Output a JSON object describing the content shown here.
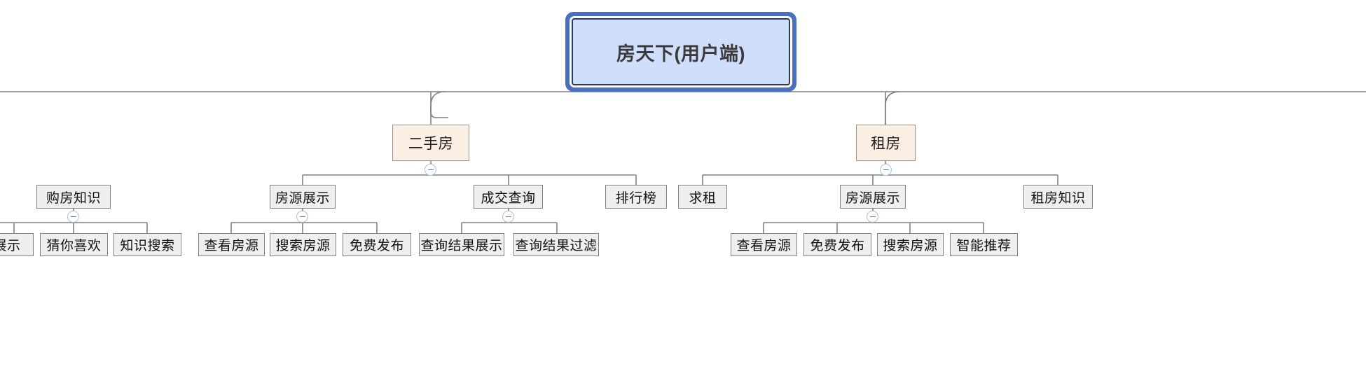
{
  "diagram": {
    "type": "mindmap-tree",
    "title_node": "房天下(用户端)",
    "orientation": "top-down",
    "colors": {
      "root_fill": "#cfdffb",
      "root_border": "#4a6fbe",
      "level2_fill": "#fbeee3",
      "level2_border": "#9b948c",
      "leaf_fill": "#efefef",
      "leaf_border": "#808080",
      "edge": "#808080",
      "toggle_border": "#a9c0e4"
    },
    "nodes": {
      "root": {
        "label": "房天下(用户端)"
      },
      "level2": [
        {
          "label": "二手房"
        },
        {
          "label": "租房"
        }
      ],
      "level3": [
        {
          "label": "购房知识"
        },
        {
          "label": "房源展示"
        },
        {
          "label": "成交查询"
        },
        {
          "label": "排行榜"
        },
        {
          "label": "求租"
        },
        {
          "label": "房源展示"
        },
        {
          "label": "租房知识"
        }
      ],
      "level4": [
        {
          "label": "展示"
        },
        {
          "label": "猜你喜欢"
        },
        {
          "label": "知识搜索"
        },
        {
          "label": "查看房源"
        },
        {
          "label": "搜索房源"
        },
        {
          "label": "免费发布"
        },
        {
          "label": "查询结果展示"
        },
        {
          "label": "查询结果过滤"
        },
        {
          "label": "查看房源"
        },
        {
          "label": "免费发布"
        },
        {
          "label": "搜索房源"
        },
        {
          "label": "智能推荐"
        }
      ]
    },
    "toggles": [
      {
        "name": "collapse-toggle-ershoufang",
        "state": "expanded",
        "glyph": "minus"
      },
      {
        "name": "collapse-toggle-zufang",
        "state": "expanded",
        "glyph": "minus"
      },
      {
        "name": "collapse-toggle-goufangzhishi",
        "state": "expanded",
        "glyph": "minus"
      },
      {
        "name": "collapse-toggle-fangyuanzhanshi-sale",
        "state": "expanded",
        "glyph": "minus"
      },
      {
        "name": "collapse-toggle-chengjiaochaxun",
        "state": "expanded",
        "glyph": "minus"
      },
      {
        "name": "collapse-toggle-fangyuanzhanshi-rent",
        "state": "expanded",
        "glyph": "minus"
      }
    ]
  }
}
